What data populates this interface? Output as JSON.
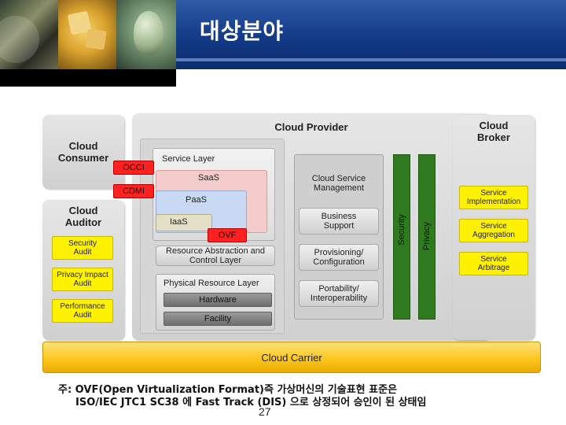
{
  "header": {
    "title": "대상분야"
  },
  "diagram": {
    "consumer": {
      "title": "Cloud Consumer"
    },
    "auditor": {
      "title": "Cloud Auditor",
      "items": [
        "Security Audit",
        "Privacy Impact Audit",
        "Performance Audit"
      ]
    },
    "provider": {
      "title": "Cloud Provider",
      "service_layer": {
        "title": "Service Layer",
        "saas": "SaaS",
        "paas": "PaaS",
        "iaas": "IaaS"
      },
      "resource_abstraction": "Resource Abstraction and Control Layer",
      "physical_layer": {
        "title": "Physical Resource Layer",
        "hardware": "Hardware",
        "facility": "Facility"
      },
      "management": {
        "title": "Cloud Service Management",
        "items": [
          "Business Support",
          "Provisioning/ Configuration",
          "Portability/ Interoperability"
        ]
      },
      "security": "Security",
      "privacy": "Privacy"
    },
    "broker": {
      "title": "Cloud Broker",
      "items": [
        "Service Implementation",
        "Service Aggregation",
        "Service Arbitrage"
      ]
    },
    "carrier": {
      "title": "Cloud Carrier"
    },
    "tags": {
      "occi": "OCCI",
      "cdmi": "CDMI",
      "ovf": "OVF"
    }
  },
  "footnote": {
    "line1": "주: OVF(Open Virtualization Format)즉 가상머신의 기술표현 표준은",
    "line2": "ISO/IEC JTC1 SC38 에 Fast Track (DIS) 으로 상정되어 승인이 된 상태임"
  },
  "page_number": "27",
  "colors": {
    "title_band": "#123a86",
    "tag_red": "#ff2020",
    "yellow": "#fff200",
    "green": "#2f7a1e",
    "carrier": "#fcc419"
  }
}
